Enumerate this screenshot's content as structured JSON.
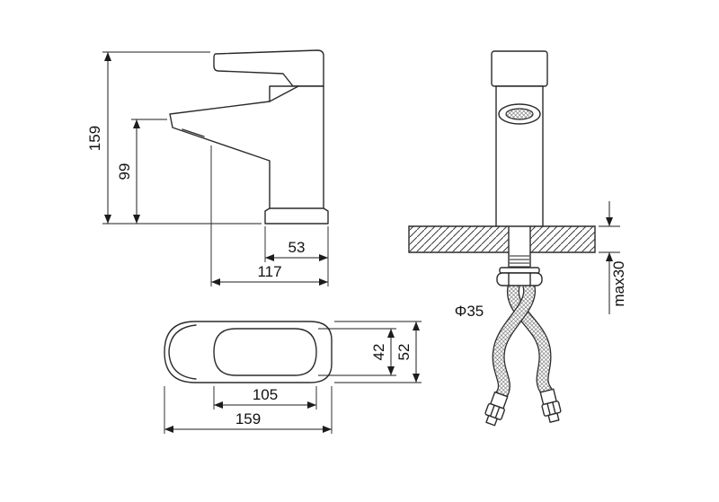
{
  "page": {
    "background": "#ffffff",
    "ink": "#2b2b2b"
  },
  "drawing": {
    "kind": "faucet-three-view-installation-drawing",
    "dims": {
      "side_total_height": "159",
      "side_spout_height": "99",
      "side_base_depth": "53",
      "side_reach": "117",
      "top_handle_width": "42",
      "top_body_width": "52",
      "top_handle_length": "105",
      "top_total_length": "159",
      "front_hole_diameter": "Φ35",
      "front_max_counter_thickness": "max30"
    }
  }
}
